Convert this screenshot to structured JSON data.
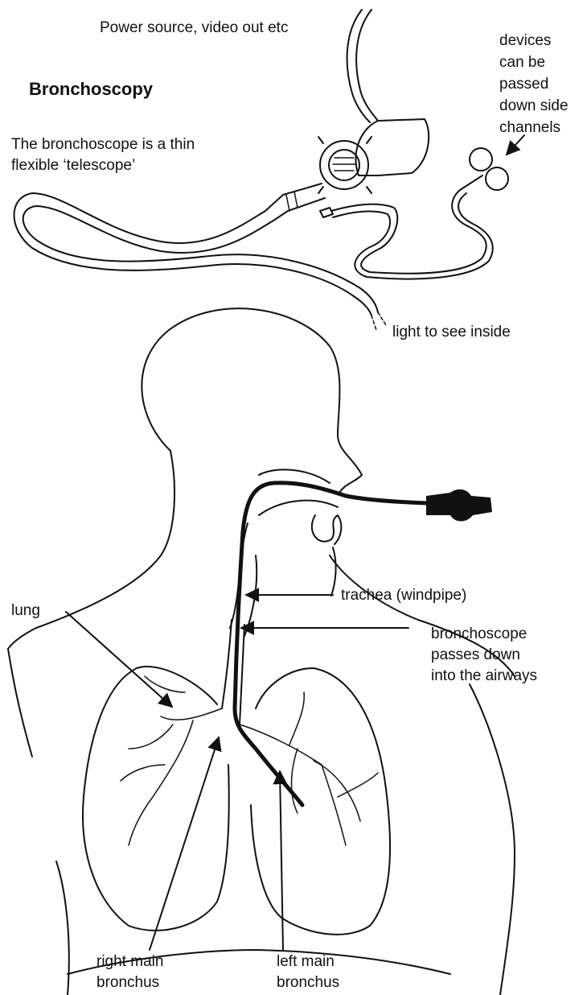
{
  "title": "Bronchoscopy",
  "labels": {
    "power": "Power source, video out etc",
    "desc_line1": "The bronchoscope is a thin",
    "desc_line2": "flexible ‘telescope’",
    "devices": [
      "devices",
      "can be",
      "passed",
      "down side",
      "channels"
    ],
    "light": "light to see inside",
    "lung": "lung",
    "trachea": "trachea (windpipe)",
    "scope": [
      "bronchoscope",
      "passes down",
      "into the airways"
    ],
    "right_bronchus": [
      "right main",
      "bronchus"
    ],
    "left_bronchus": [
      "left main",
      "bronchus"
    ]
  }
}
